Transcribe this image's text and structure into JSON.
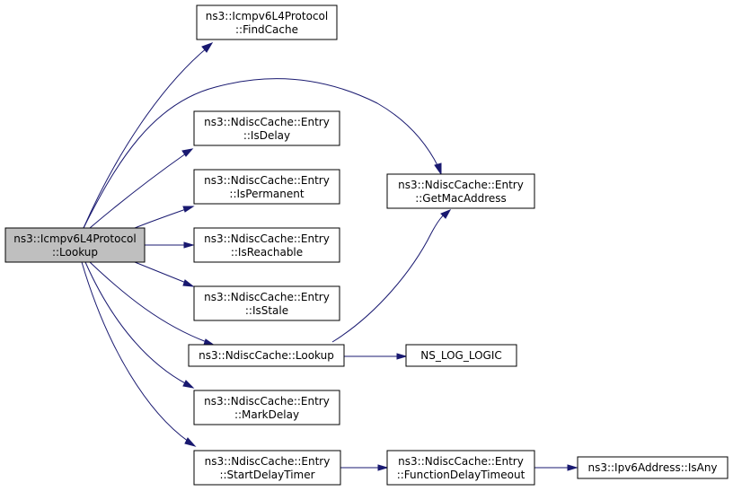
{
  "nodes": {
    "root": {
      "line1": "ns3::Icmpv6L4Protocol",
      "line2": "::Lookup"
    },
    "findcache": {
      "line1": "ns3::Icmpv6L4Protocol",
      "line2": "::FindCache"
    },
    "isdelay": {
      "line1": "ns3::NdiscCache::Entry",
      "line2": "::IsDelay"
    },
    "ispermanent": {
      "line1": "ns3::NdiscCache::Entry",
      "line2": "::IsPermanent"
    },
    "isreachable": {
      "line1": "ns3::NdiscCache::Entry",
      "line2": "::IsReachable"
    },
    "isstale": {
      "line1": "ns3::NdiscCache::Entry",
      "line2": "::IsStale"
    },
    "ndisclookup": {
      "line1": "ns3::NdiscCache::Lookup"
    },
    "markdelay": {
      "line1": "ns3::NdiscCache::Entry",
      "line2": "::MarkDelay"
    },
    "startdelaytimer": {
      "line1": "ns3::NdiscCache::Entry",
      "line2": "::StartDelayTimer"
    },
    "getmacaddress": {
      "line1": "ns3::NdiscCache::Entry",
      "line2": "::GetMacAddress"
    },
    "nsloglogic": {
      "line1": "NS_LOG_LOGIC"
    },
    "functiondelaytimeout": {
      "line1": "ns3::NdiscCache::Entry",
      "line2": "::FunctionDelayTimeout"
    },
    "isany": {
      "line1": "ns3::Ipv6Address::IsAny"
    }
  },
  "colors": {
    "edge": "#191970",
    "root_fill": "#bfbfbf",
    "node_fill": "#ffffff",
    "node_border": "#000000"
  }
}
